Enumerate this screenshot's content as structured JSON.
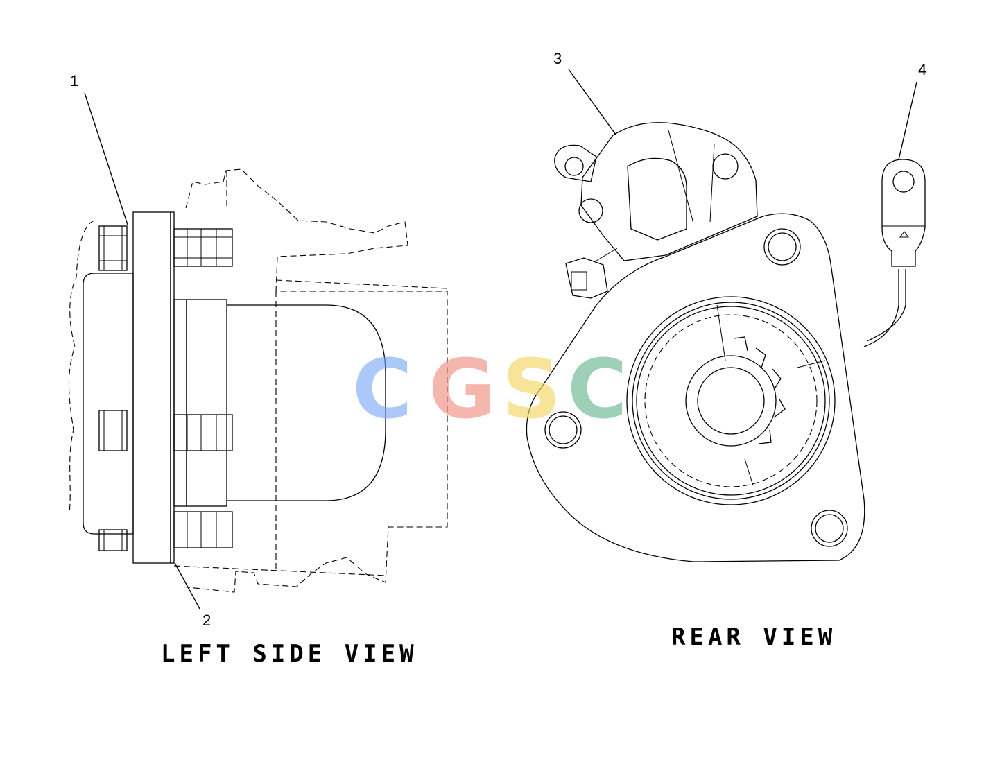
{
  "views": {
    "left_title": "LEFT SIDE VIEW",
    "rear_title": "REAR VIEW"
  },
  "callouts": [
    "1",
    "2",
    "3",
    "4"
  ],
  "watermark": {
    "letters": [
      "C",
      "G",
      "S",
      "C"
    ],
    "colors": [
      "#7aa7f5",
      "#f08b7e",
      "#f5d45a",
      "#63b48c"
    ]
  }
}
